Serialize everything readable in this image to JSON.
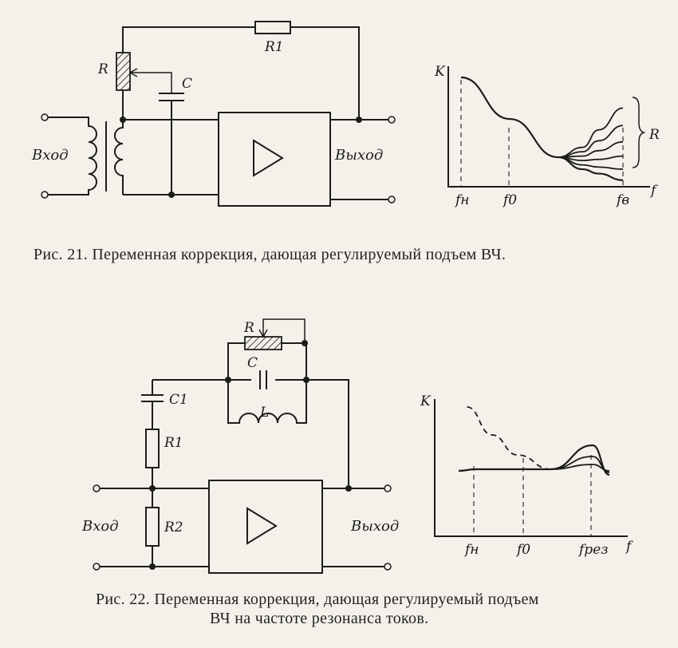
{
  "figure21": {
    "labels": {
      "r1": "R1",
      "r": "R",
      "c": "C",
      "input": "Вход",
      "output": "Выход"
    },
    "caption": "Рис. 21. Переменная коррекция, дающая регулируемый подъем ВЧ."
  },
  "figure22": {
    "labels": {
      "r": "R",
      "c": "C",
      "l": "L",
      "c1": "C1",
      "r1": "R1",
      "r2": "R2",
      "input": "Вход",
      "output": "Выход"
    },
    "caption_line1": "Рис. 22. Переменная коррекция, дающая регулируемый подъем",
    "caption_line2": "ВЧ на частоте резонанса токов."
  },
  "chart_data": [
    {
      "type": "line",
      "xlabel": "f",
      "ylabel": "K",
      "x_ticks": [
        "fн",
        "f0",
        "fв"
      ],
      "annotations": [
        "R"
      ],
      "series": [
        {
          "x": [
            0,
            0.3,
            0.6,
            0.75,
            0.85,
            1.0
          ],
          "values": [
            1.0,
            0.62,
            0.27,
            0.16,
            0.12,
            0.06
          ]
        },
        {
          "x": [
            0.6,
            0.75,
            0.85,
            1.0
          ],
          "values": [
            0.27,
            0.2,
            0.18,
            0.16
          ]
        },
        {
          "x": [
            0.6,
            0.75,
            0.85,
            1.0
          ],
          "values": [
            0.27,
            0.24,
            0.25,
            0.28
          ]
        },
        {
          "x": [
            0.6,
            0.75,
            0.85,
            1.0
          ],
          "values": [
            0.27,
            0.28,
            0.33,
            0.41
          ]
        },
        {
          "x": [
            0.6,
            0.75,
            0.85,
            1.0
          ],
          "values": [
            0.27,
            0.32,
            0.42,
            0.56
          ]
        },
        {
          "x": [
            0.6,
            0.75,
            0.85,
            1.0
          ],
          "values": [
            0.27,
            0.36,
            0.52,
            0.72
          ]
        }
      ]
    },
    {
      "type": "line",
      "xlabel": "f",
      "ylabel": "K",
      "x_ticks": [
        "fн",
        "f0",
        "fрез"
      ],
      "series": [
        {
          "x": [
            0,
            0.1,
            0.35,
            0.55,
            0.8,
            0.9
          ],
          "values": [
            0.1,
            0.12,
            0.12,
            0.12,
            0.42,
            0.05
          ]
        },
        {
          "x": [
            0,
            0.1,
            0.35,
            0.55,
            0.8,
            0.9
          ],
          "values": [
            0.1,
            0.12,
            0.12,
            0.12,
            0.28,
            0.08
          ]
        },
        {
          "x": [
            0,
            0.1,
            0.35,
            0.55,
            0.8,
            0.9
          ],
          "values": [
            0.1,
            0.12,
            0.12,
            0.12,
            0.18,
            0.1
          ]
        },
        {
          "x": [
            0.05,
            0.2,
            0.35,
            0.55
          ],
          "values": [
            0.9,
            0.55,
            0.3,
            0.12
          ]
        }
      ]
    }
  ]
}
